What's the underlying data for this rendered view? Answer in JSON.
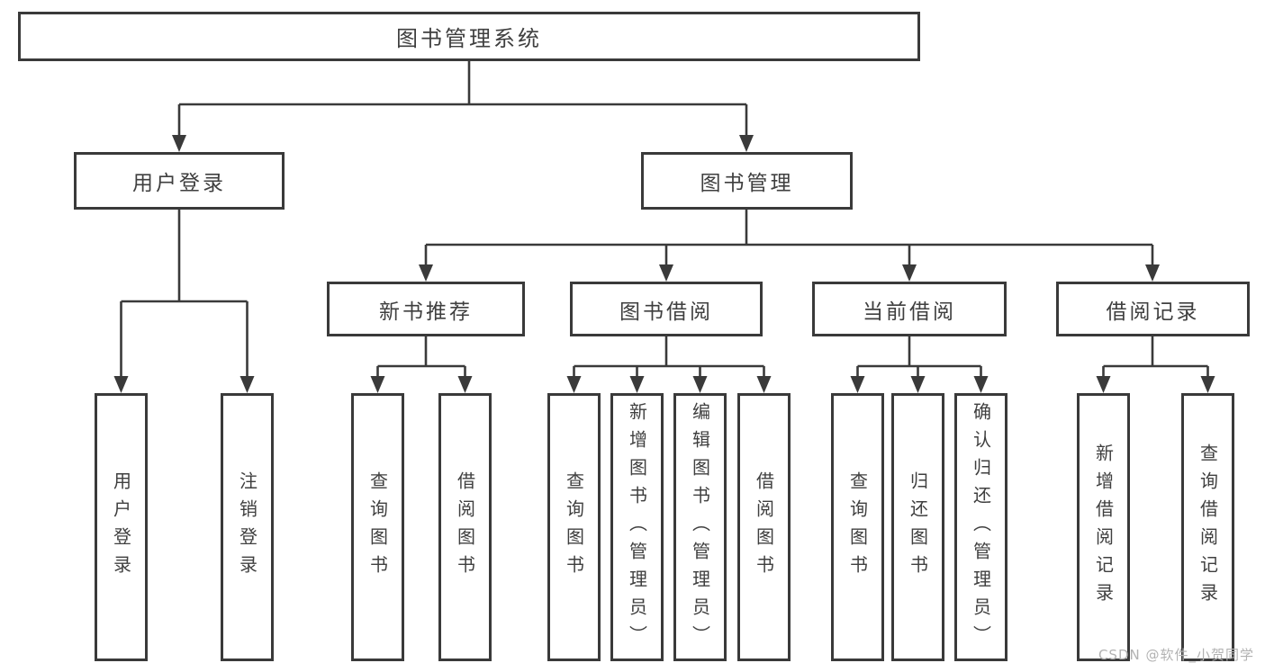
{
  "diagram": {
    "type": "hierarchy-tree",
    "title": "图书管理系统",
    "watermark": "CSDN @软件_小贺同学",
    "colors": {
      "line": "#3a3a3a",
      "text": "#3f3f3f",
      "background": "#ffffff",
      "watermark": "#b2b2b2"
    },
    "nodes": {
      "root": {
        "label": "图书管理系统"
      },
      "level2": [
        {
          "id": "user-login",
          "label": "用户登录",
          "parent": "图书管理系统"
        },
        {
          "id": "book-management",
          "label": "图书管理",
          "parent": "图书管理系统"
        }
      ],
      "level3": [
        {
          "id": "new-book-recommend",
          "label": "新书推荐",
          "parent": "图书管理"
        },
        {
          "id": "book-borrowing",
          "label": "图书借阅",
          "parent": "图书管理"
        },
        {
          "id": "current-borrowing",
          "label": "当前借阅",
          "parent": "图书管理"
        },
        {
          "id": "borrowing-records",
          "label": "借阅记录",
          "parent": "图书管理"
        }
      ],
      "leaves": [
        {
          "label": "用户登录",
          "parent": "用户登录"
        },
        {
          "label": "注销登录",
          "parent": "用户登录"
        },
        {
          "label": "查询图书",
          "parent": "新书推荐"
        },
        {
          "label": "借阅图书",
          "parent": "新书推荐"
        },
        {
          "label": "查询图书",
          "parent": "图书借阅"
        },
        {
          "label": "新增图书（管理员）",
          "parent": "图书借阅"
        },
        {
          "label": "编辑图书（管理员）",
          "parent": "图书借阅"
        },
        {
          "label": "借阅图书",
          "parent": "图书借阅"
        },
        {
          "label": "查询图书",
          "parent": "当前借阅"
        },
        {
          "label": "归还图书",
          "parent": "当前借阅"
        },
        {
          "label": "确认归还（管理员）",
          "parent": "当前借阅"
        },
        {
          "label": "新增借阅记录",
          "parent": "借阅记录"
        },
        {
          "label": "查询借阅记录",
          "parent": "借阅记录"
        }
      ]
    }
  }
}
